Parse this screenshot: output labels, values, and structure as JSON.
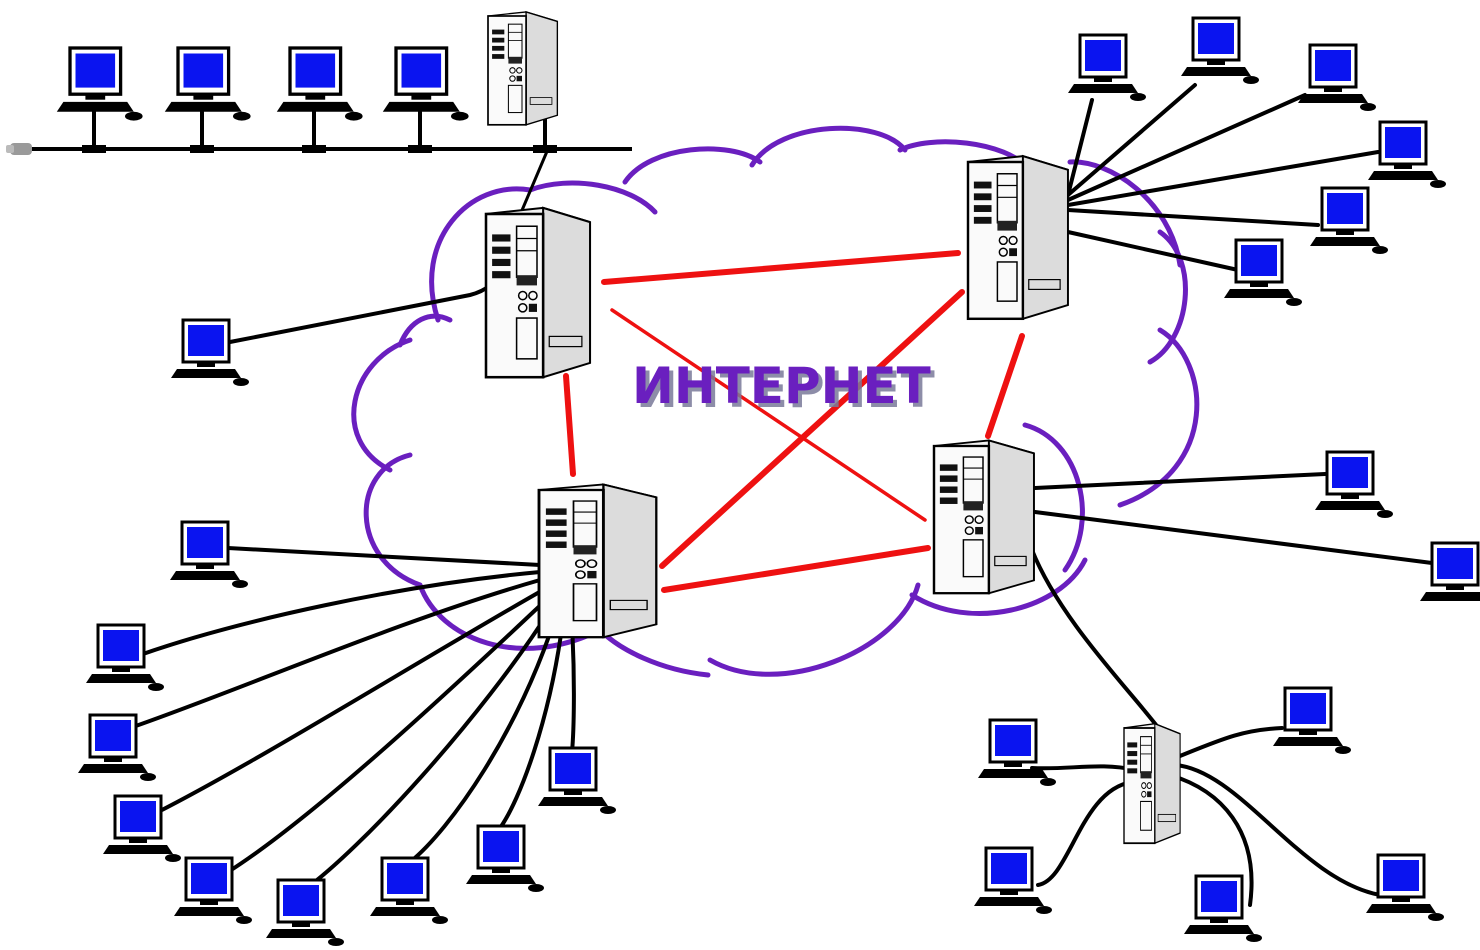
{
  "title": "ИНТЕРНЕТ",
  "colors": {
    "cloud_outline": "#6a1fbf",
    "backbone_link": "#ee1111",
    "access_link": "#000000",
    "screen": "#0a14f0",
    "title_fill": "#6a1fbf",
    "title_shadow": "#7a7a9a"
  },
  "icons": {
    "server": "server-tower-icon",
    "workstation": "workstation-computer-icon",
    "cloud": "internet-cloud-icon",
    "bus": "bus-cable-terminator-icon"
  },
  "topology": {
    "backbone_servers": [
      "server-nw",
      "server-ne",
      "server-sw",
      "server-se"
    ],
    "backbone_links": [
      [
        "server-nw",
        "server-ne"
      ],
      [
        "server-nw",
        "server-sw"
      ],
      [
        "server-nw",
        "server-se"
      ],
      [
        "server-ne",
        "server-sw"
      ],
      [
        "server-ne",
        "server-se"
      ],
      [
        "server-sw",
        "server-se"
      ]
    ],
    "subnets": [
      {
        "name": "bus-network",
        "hub": "server-bus",
        "workstations": 4
      },
      {
        "name": "nw-star",
        "hub": "server-nw",
        "workstations": 1
      },
      {
        "name": "ne-star",
        "hub": "server-ne",
        "workstations": 6
      },
      {
        "name": "sw-star",
        "hub": "server-sw",
        "workstations": 9
      },
      {
        "name": "se-star",
        "hub": "server-se",
        "workstations": 2
      },
      {
        "name": "local-star",
        "hub": "server-local",
        "workstations": 5
      }
    ]
  }
}
